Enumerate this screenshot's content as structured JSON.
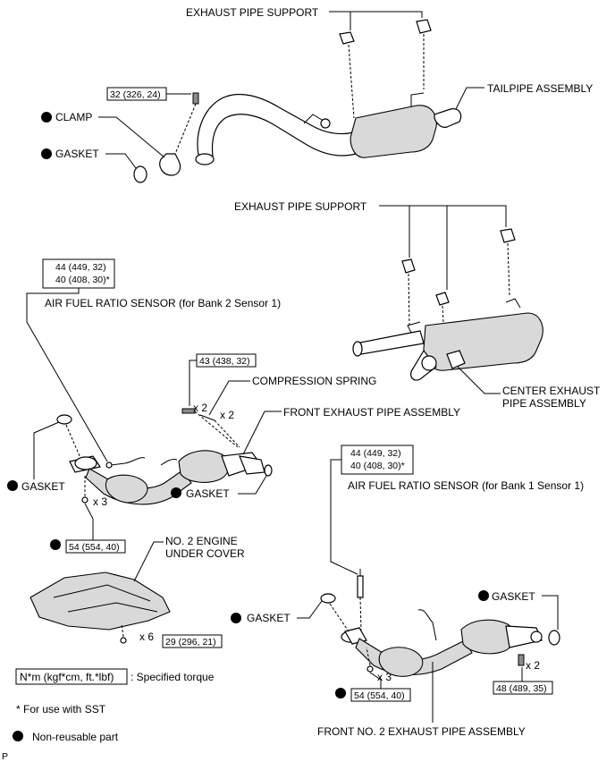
{
  "labels": {
    "exhaust_pipe_support_top": "EXHAUST PIPE SUPPORT",
    "tailpipe_assembly": "TAILPIPE ASSEMBLY",
    "clamp": "CLAMP",
    "gasket_top": "GASKET",
    "exhaust_pipe_support_mid": "EXHAUST PIPE SUPPORT",
    "af_sensor_bank2": "AIR FUEL RATIO SENSOR (for Bank 2 Sensor 1)",
    "center_exhaust_line1": "CENTER EXHAUST",
    "center_exhaust_line2": "PIPE ASSEMBLY",
    "compression_spring": "COMPRESSION SPRING",
    "front_exhaust_pipe": "FRONT EXHAUST PIPE ASSEMBLY",
    "gasket_left": "GASKET",
    "gasket_mid": "GASKET",
    "af_sensor_bank1": "AIR FUEL RATIO SENSOR (for Bank 1 Sensor 1)",
    "under_cover_line1": "NO. 2 ENGINE",
    "under_cover_line2": "UNDER COVER",
    "gasket_right_upper": "GASKET",
    "gasket_right_lower": "GASKET",
    "front_no2_pipe": "FRONT NO. 2 EXHAUST PIPE ASSEMBLY"
  },
  "torques": {
    "t_32": "32 (326, 24)",
    "t_44a": "44 (449, 32)",
    "t_40a": "40 (408, 30)*",
    "t_43": "43 (438, 32)",
    "t_54a": "54 (554, 40)",
    "t_44b": "44 (449, 32)",
    "t_40b": "40 (408, 30)*",
    "t_29": "29 (296, 21)",
    "t_54b": "54 (554, 40)",
    "t_48": "48 (489, 35)"
  },
  "quantities": {
    "q_x2_bolt": "x 2",
    "q_x2_spring": "x 2",
    "q_x3_left": "x 3",
    "q_x6": "x 6",
    "q_x3_right": "x 3",
    "q_x2_right": "x 2"
  },
  "legend": {
    "units": "N*m (kgf*cm, ft.*lbf)",
    "specified_torque": ": Specified torque",
    "sst_note": "* For use with SST",
    "non_reusable": "Non-reusable part"
  },
  "corner_mark": "P"
}
